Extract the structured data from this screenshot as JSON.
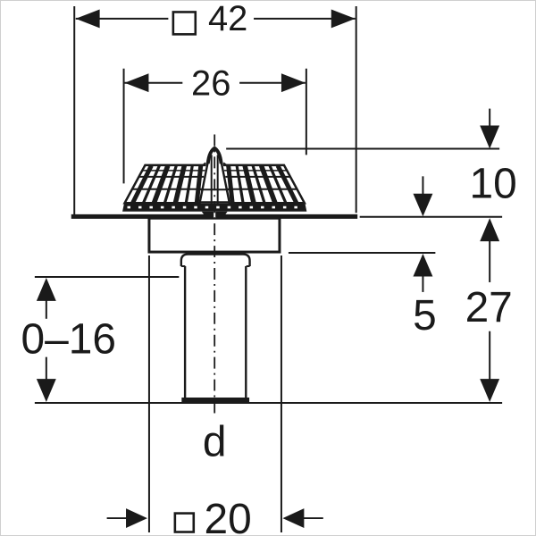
{
  "labels": {
    "overall_width": "42",
    "strainer_width": "26",
    "strainer_height": "10",
    "collar_height": "5",
    "pipe_length": "27",
    "adjustment_range": "0–16",
    "outlet_diameter": "d",
    "outlet_width": "20"
  },
  "symbols": {
    "square": "□"
  },
  "colors": {
    "line": "#1a1a1a",
    "background": "#ffffff",
    "border": "#cfcfcf"
  }
}
